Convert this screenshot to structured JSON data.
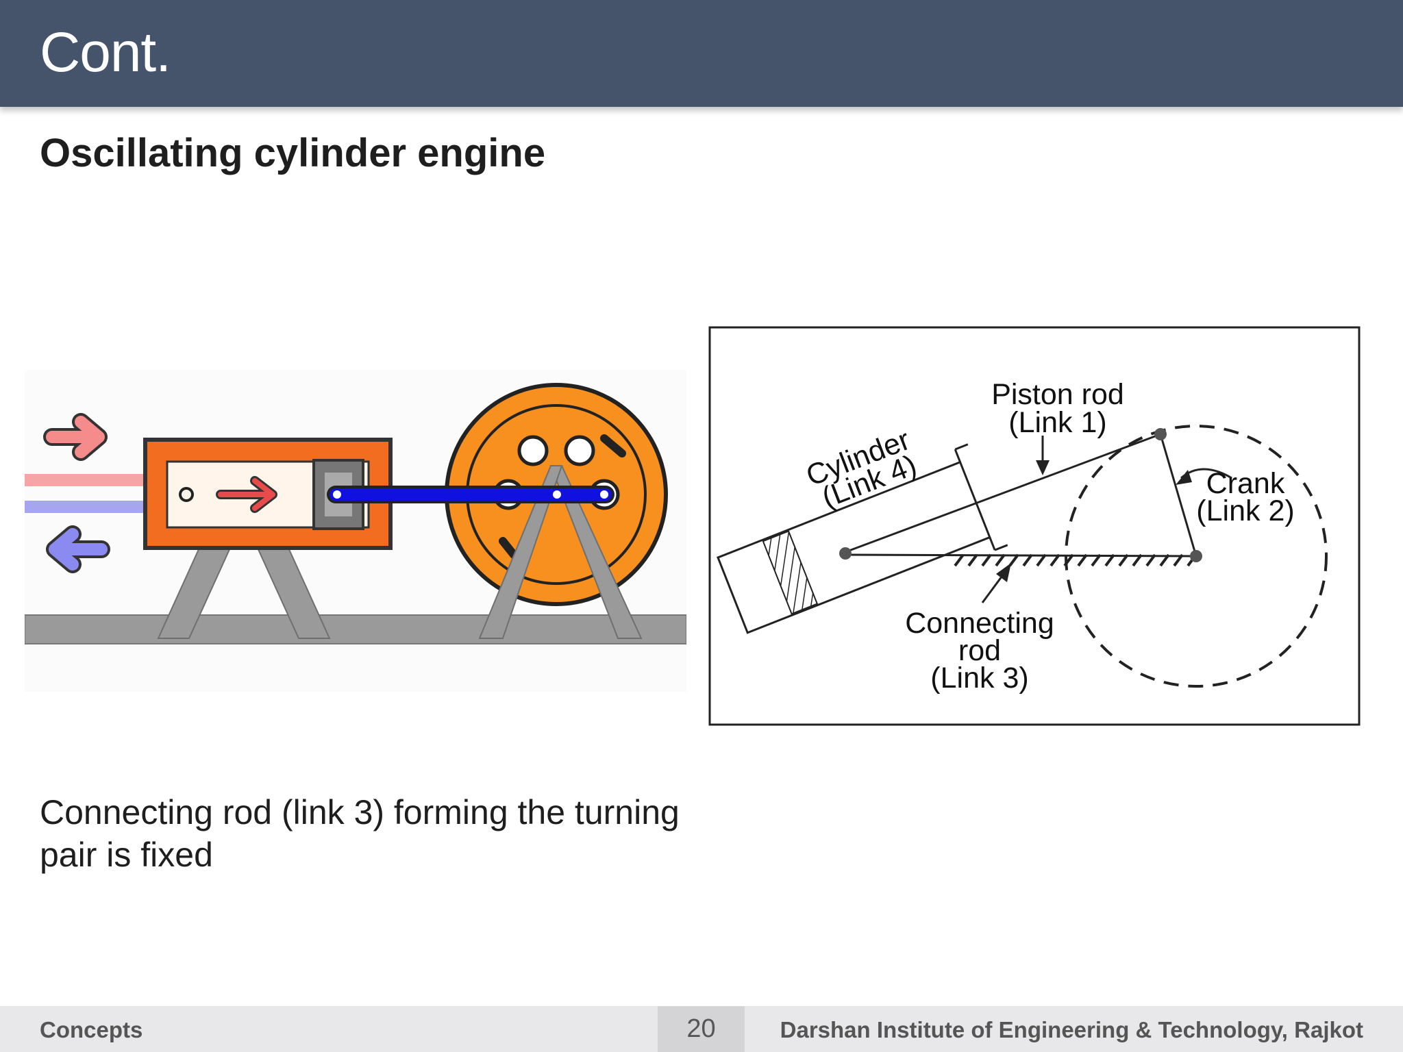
{
  "header": {
    "title": "Cont."
  },
  "slide": {
    "subtitle": "Oscillating cylinder engine",
    "body_text": "Connecting rod (link 3) forming the turning pair is fixed"
  },
  "diagram": {
    "labels": {
      "piston_rod": "Piston rod",
      "piston_rod_link": "(Link 1)",
      "cylinder": "Cylinder",
      "cylinder_link": "(Link 4)",
      "crank": "Crank",
      "crank_link": "(Link 2)",
      "connecting": "Connecting",
      "rod": "rod",
      "connecting_link": "(Link 3)"
    }
  },
  "footer": {
    "left": "Concepts",
    "page_number": "20",
    "right": "Darshan Institute of Engineering & Technology, Rajkot"
  },
  "colors": {
    "header_bg": "#45546b",
    "engine_orange": "#f26d1f",
    "wheel_orange": "#f7901e",
    "rod_blue": "#1010e0",
    "frame_gray": "#9a9a9a"
  }
}
